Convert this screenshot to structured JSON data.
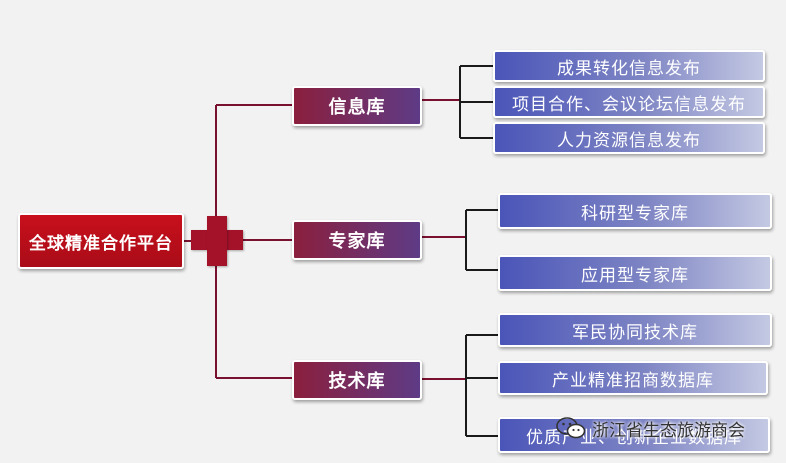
{
  "root": {
    "label": "全球精准合作平台"
  },
  "categories": [
    {
      "label": "信息库",
      "items": [
        "成果转化信息发布",
        "项目合作、会议论坛信息发布",
        "人力资源信息发布"
      ]
    },
    {
      "label": "专家库",
      "items": [
        "科研型专家库",
        "应用型专家库"
      ]
    },
    {
      "label": "技术库",
      "items": [
        "军民协同技术库",
        "产业精准招商数据库",
        "优质产业、创新企业数据库"
      ]
    }
  ],
  "watermark": {
    "text": "浙江省生态旅游商会",
    "icon": "wechat-icon"
  },
  "colors": {
    "root": "#b80e1a",
    "category_start": "#8b1f3d",
    "category_end": "#5e3b86",
    "leaf_start": "#4a55b8",
    "leaf_end": "#c4c9e3",
    "connector": "#7a1030",
    "leaf_connector": "#1a1a1a",
    "background": "#f2f2f2"
  }
}
